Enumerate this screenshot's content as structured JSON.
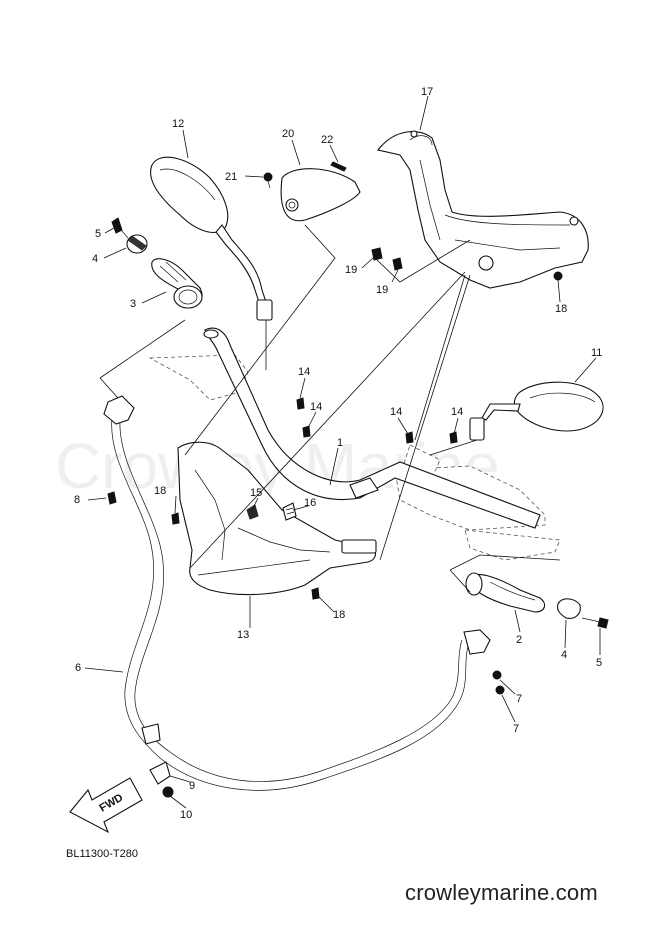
{
  "diagram": {
    "watermark": "Crowley Marine",
    "drawing_code": "BL11300-T280",
    "site": "crowleymarine.com",
    "fwd_label": "FWD",
    "callouts": [
      {
        "id": "1",
        "text": "1"
      },
      {
        "id": "2",
        "text": "2"
      },
      {
        "id": "3",
        "text": "3"
      },
      {
        "id": "4a",
        "text": "4"
      },
      {
        "id": "4b",
        "text": "4"
      },
      {
        "id": "5a",
        "text": "5"
      },
      {
        "id": "5b",
        "text": "5"
      },
      {
        "id": "6",
        "text": "6"
      },
      {
        "id": "7a",
        "text": "7"
      },
      {
        "id": "7b",
        "text": "7"
      },
      {
        "id": "8",
        "text": "8"
      },
      {
        "id": "9",
        "text": "9"
      },
      {
        "id": "10",
        "text": "10"
      },
      {
        "id": "11",
        "text": "11"
      },
      {
        "id": "12",
        "text": "12"
      },
      {
        "id": "13",
        "text": "13"
      },
      {
        "id": "14a",
        "text": "14"
      },
      {
        "id": "14b",
        "text": "14"
      },
      {
        "id": "14c",
        "text": "14"
      },
      {
        "id": "14d",
        "text": "14"
      },
      {
        "id": "15",
        "text": "15"
      },
      {
        "id": "16",
        "text": "16"
      },
      {
        "id": "17",
        "text": "17"
      },
      {
        "id": "18a",
        "text": "18"
      },
      {
        "id": "18b",
        "text": "18"
      },
      {
        "id": "18c",
        "text": "18"
      },
      {
        "id": "19a",
        "text": "19"
      },
      {
        "id": "19b",
        "text": "19"
      },
      {
        "id": "20",
        "text": "20"
      },
      {
        "id": "21",
        "text": "21"
      },
      {
        "id": "22",
        "text": "22"
      }
    ]
  }
}
